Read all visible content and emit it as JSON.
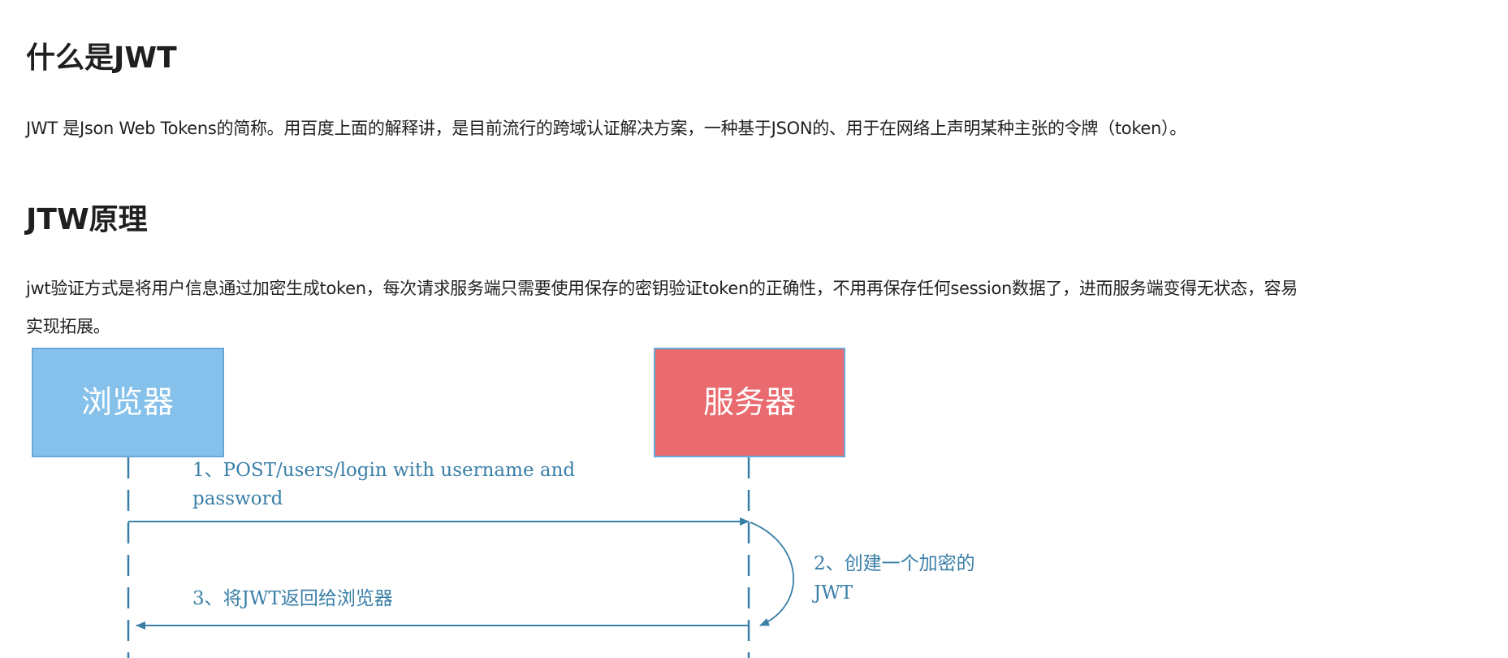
{
  "section1": {
    "heading": "什么是JWT",
    "paragraph": "JWT 是Json Web Tokens的简称。用百度上面的解释讲，是目前流行的跨域认证解决方案，一种基于JSON的、用于在网络上声明某种主张的令牌（token）。"
  },
  "section2": {
    "heading": "JTW原理",
    "paragraph_line1": "jwt验证方式是将用户信息通过加密生成token，每次请求服务端只需要使用保存的密钥验证token的正确性，不用再保存任何session数据了，进而服务端变得无状态，容易",
    "paragraph_line2": "实现拓展。"
  },
  "diagram": {
    "browser_label": "浏览器",
    "server_label": "服务器",
    "step1_line1": "1、POST/users/login with username and",
    "step1_line2": "password",
    "step2_line1": "2、创建一个加密的",
    "step2_line2": "JWT",
    "step3": "3、将JWT返回给浏览器",
    "colors": {
      "browser": "#85c1ea",
      "server": "#e96b6f",
      "line": "#3a7fa8"
    }
  }
}
